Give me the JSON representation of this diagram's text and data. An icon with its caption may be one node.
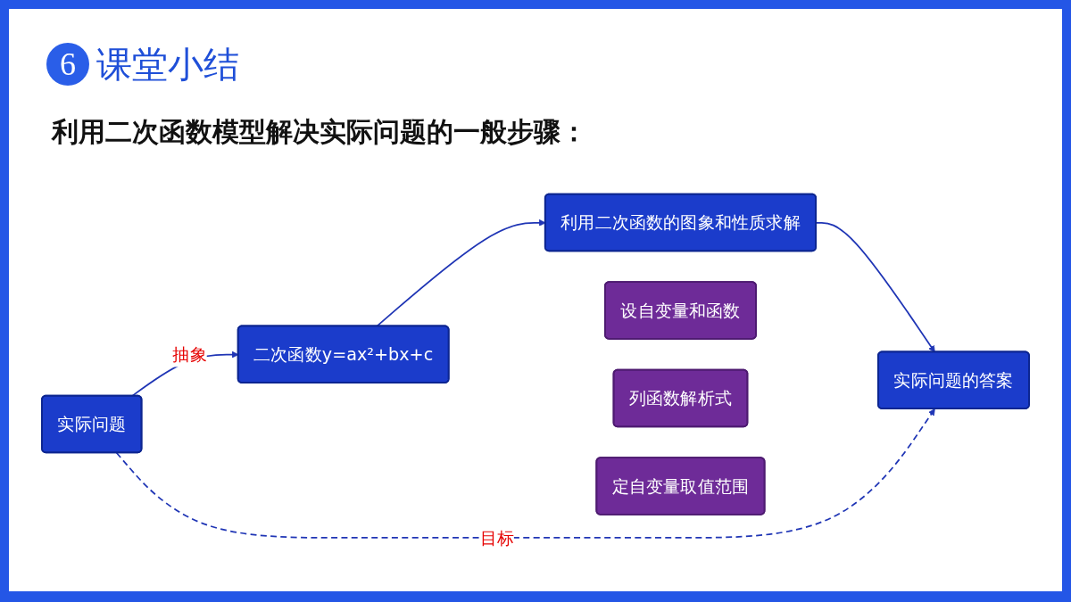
{
  "diagram": {
    "title": "课堂小结",
    "nodes": [
      {
        "text": [
          "实际问题"
        ]
      },
      {
        "text": [
          "二次函数y=ax²+bx+c"
        ]
      },
      {
        "text": [
          "设自变量和函数"
        ]
      },
      {
        "text": [
          "列函数解析式"
        ]
      },
      {
        "text": [
          "定自变量取值范围"
        ]
      },
      {
        "text": [
          "实际问题的答案"
        ]
      },
      {
        "text": [
          "利用二次函数的图象和性质求解"
        ]
      }
    ],
    "edges": [
      {
        "from": 0,
        "to": 1,
        "arrow": "to",
        "label": "抽象"
      },
      {
        "from": 0,
        "to": 5,
        "arrow": "to",
        "label": "目标",
        "style": "dashed"
      },
      {
        "from": 1,
        "to": 6,
        "arrow": "to"
      },
      {
        "from": 6,
        "to": 5,
        "arrow": "to"
      }
    ],
    "labels": [
      "6",
      "利用二次函数模型解决实际问题的一般步骤："
    ]
  }
}
